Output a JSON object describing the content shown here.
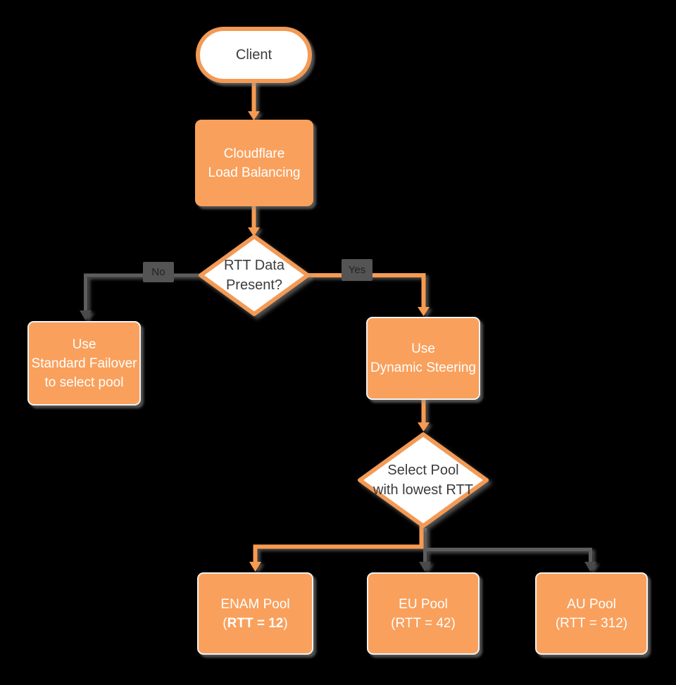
{
  "colors": {
    "background": "#000000",
    "node_fill": "#F9A05C",
    "node_border": "#F29A56",
    "connector_orange": "#F79B51",
    "connector_gray": "#5D5D5D",
    "arrow_gray": "#4A4A4A",
    "node_text_light": "#FFFFFF",
    "node_text_dark": "#3C3C3C",
    "edge_label_bg": "#545454",
    "shadow_gray": "#969696"
  },
  "nodes": {
    "client": {
      "label": "Client"
    },
    "load_balancing": {
      "line1": "Cloudflare",
      "line2": "Load Balancing"
    },
    "rtt_decision": {
      "line1": "RTT Data",
      "line2": "Present?"
    },
    "standard_failover": {
      "line1": "Use",
      "line2": "Standard Failover",
      "line3": "to select pool"
    },
    "dynamic_steering": {
      "line1": "Use",
      "line2": "Dynamic Steering"
    },
    "select_pool": {
      "line1": "Select Pool",
      "line2": "with lowest RTT"
    },
    "enam_pool": {
      "line1": "ENAM Pool",
      "paren_open": "(",
      "rtt_bold": "RTT = 12",
      "paren_close": ")"
    },
    "eu_pool": {
      "line1": "EU Pool",
      "line2": "(RTT = 42)"
    },
    "au_pool": {
      "line1": "AU Pool",
      "line2": "(RTT = 312)"
    }
  },
  "edge_labels": {
    "no": "No",
    "yes": "Yes"
  }
}
